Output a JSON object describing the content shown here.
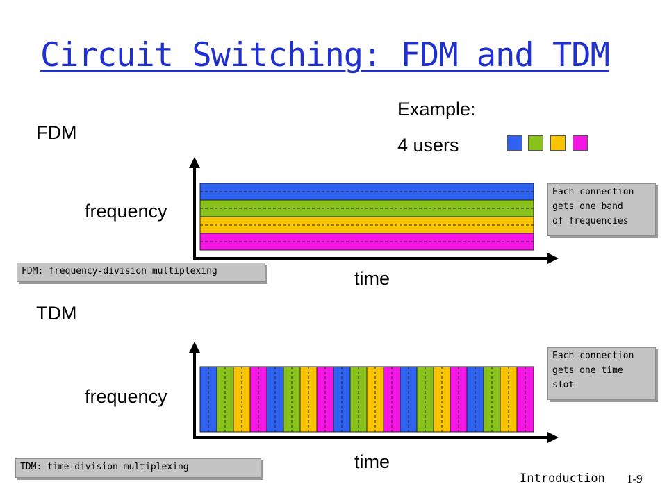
{
  "slide": {
    "title": "Circuit Switching: FDM and TDM",
    "example_label": "Example:",
    "users_label": "4 users",
    "footer": "Introduction",
    "page_number": "1-9"
  },
  "users": {
    "colors": [
      "#2f62f0",
      "#88c21a",
      "#fbc400",
      "#f516e6"
    ]
  },
  "fdm": {
    "heading": "FDM",
    "ylabel": "frequency",
    "xlabel": "time",
    "callout": "Each connection\ngets one band\nof frequencies",
    "definition": "FDM: frequency-division multiplexing"
  },
  "tdm": {
    "heading": "TDM",
    "ylabel": "frequency",
    "xlabel": "time",
    "callout": "Each connection\ngets one time\nslot",
    "definition": "TDM: time-division multiplexing",
    "slot_sequence": [
      0,
      1,
      2,
      3,
      0,
      1,
      2,
      3,
      0,
      1,
      2,
      3,
      0,
      1,
      2,
      3,
      0,
      1,
      2,
      3
    ]
  }
}
